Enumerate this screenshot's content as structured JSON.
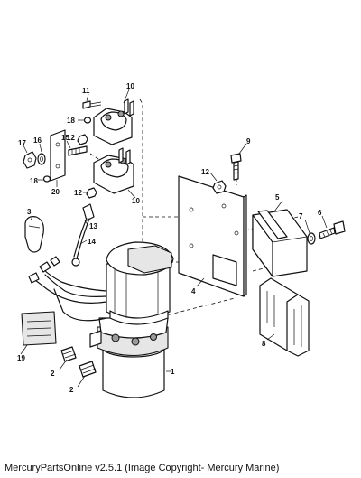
{
  "callouts": [
    "1",
    "2",
    "2",
    "3",
    "4",
    "5",
    "6",
    "7",
    "8",
    "9",
    "10",
    "10",
    "11",
    "12",
    "12",
    "12",
    "13",
    "14",
    "15",
    "16",
    "17",
    "18",
    "18",
    "19",
    "20"
  ],
  "footer": "MercuryPartsOnline v2.5.1 (Image Copyright- Mercury Marine)"
}
